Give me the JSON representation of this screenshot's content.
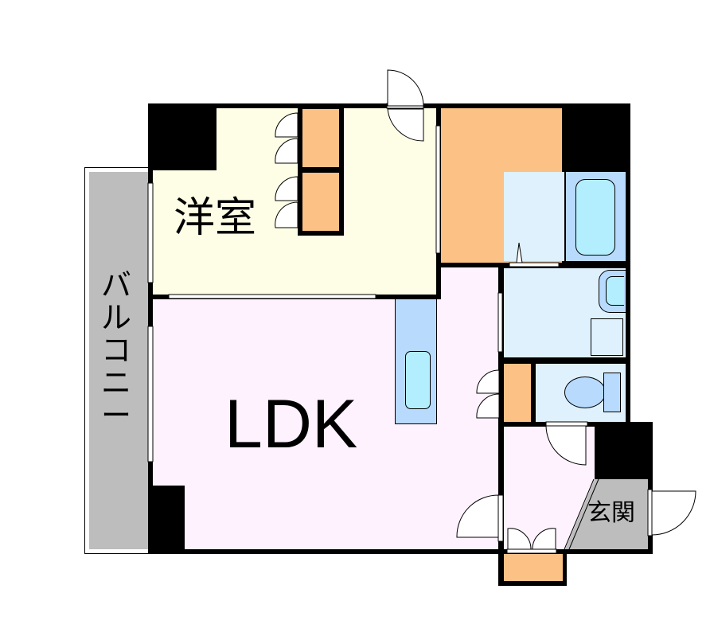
{
  "labels": {
    "western_room": "洋室",
    "ldk": "LDK",
    "balcony_chars": [
      "バ",
      "ル",
      "コ",
      "ニ",
      "ー"
    ],
    "entrance": "玄関"
  },
  "colors": {
    "wall": "#000000",
    "western_room_floor": "#fefee6",
    "ldk_floor": "#fdf2fd",
    "closet": "#fcc185",
    "wet_area": "#dff1fd",
    "bath_floor": "#b8dafd",
    "fixture": "#b2eefd",
    "kitchen_counter": "#b8dafd",
    "balcony": "#bdbdbd",
    "entrance_floor": "#bdbdbd"
  }
}
